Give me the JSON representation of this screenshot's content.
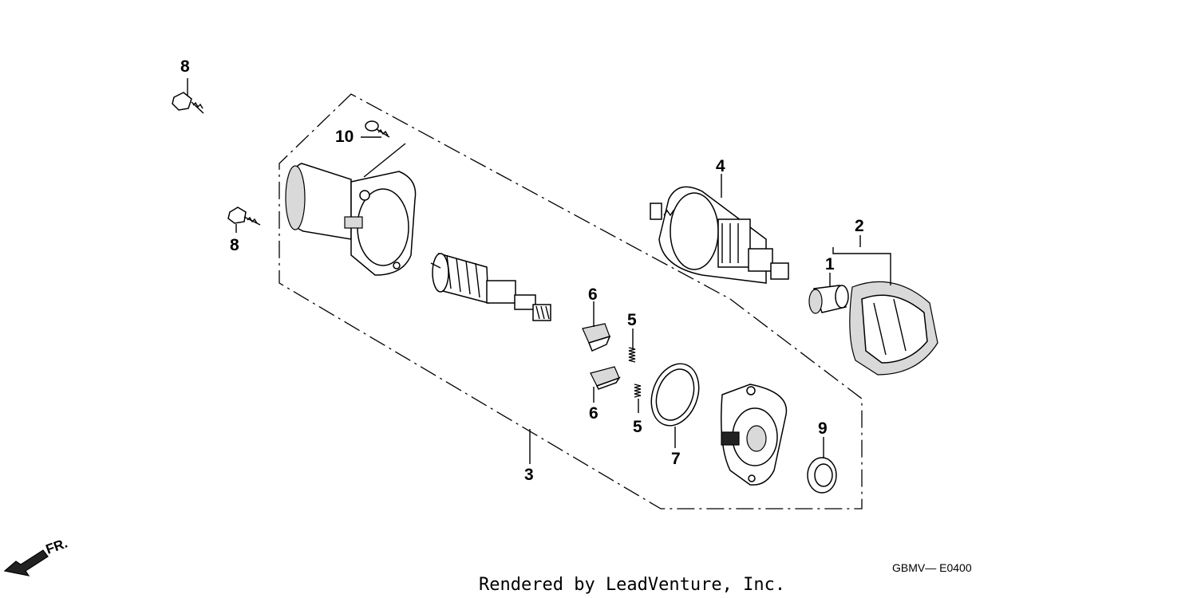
{
  "callouts": {
    "c1": "1",
    "c2": "2",
    "c3": "3",
    "c4": "4",
    "c5a": "5",
    "c5b": "5",
    "c6a": "6",
    "c6b": "6",
    "c7": "7",
    "c8a": "8",
    "c8b": "8",
    "c9": "9",
    "c10": "10"
  },
  "direction_label": "FR.",
  "diagram_code": "GBMV— E0400",
  "credit": "Rendered by LeadVenture, Inc."
}
